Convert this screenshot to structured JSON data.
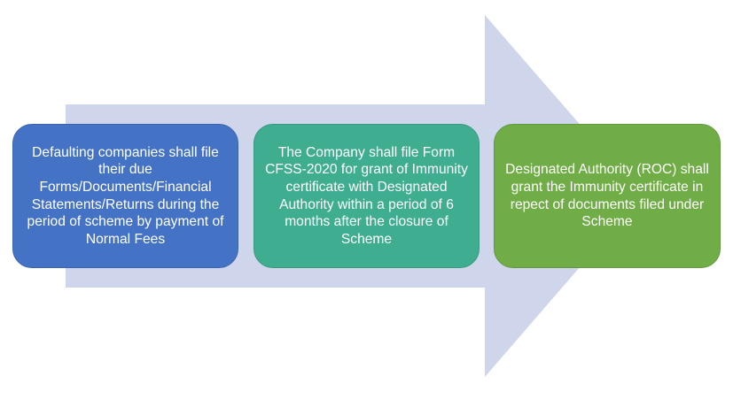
{
  "diagram": {
    "arrow_color": "#cfd5ea",
    "steps": [
      {
        "text": "Defaulting companies shall file their due Forms/Documents/Financial Statements/Returns during the period of scheme by payment of Normal Fees",
        "color": "#4472c4"
      },
      {
        "text": "The Company shall file Form CFSS-2020 for grant of Immunity certificate with Designated Authority within a period of 6 months after the closure of Scheme",
        "color": "#3fad8f"
      },
      {
        "text": "Designated Authority (ROC) shall grant the Immunity certificate in repect of documents filed under Scheme",
        "color": "#70ad47"
      }
    ]
  }
}
